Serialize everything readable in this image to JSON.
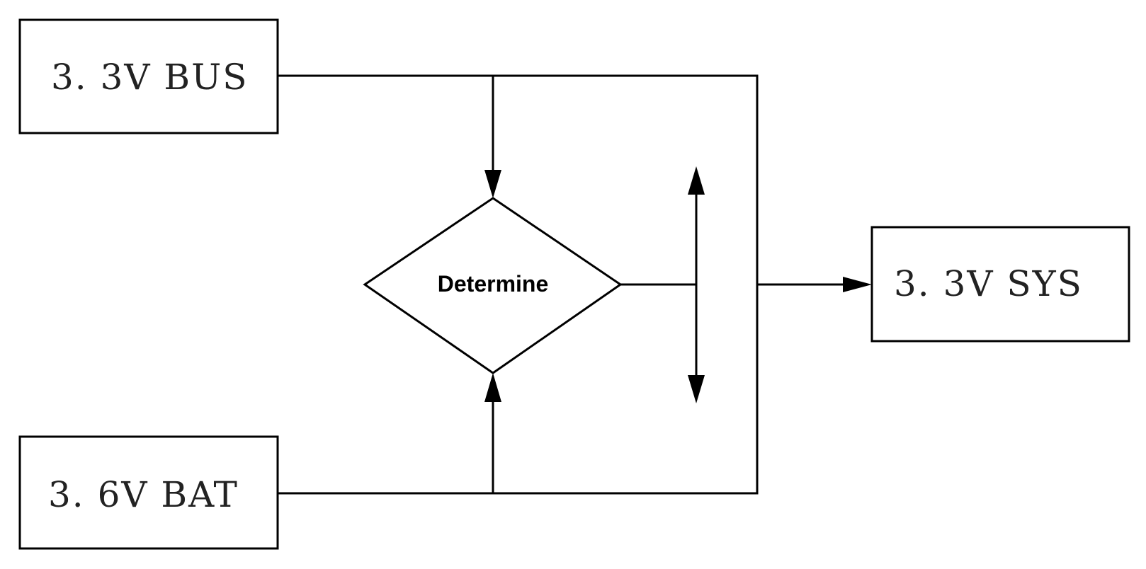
{
  "nodes": {
    "bus": {
      "label": "3. 3V  BUS"
    },
    "bat": {
      "label": "3. 6V  BAT"
    },
    "sys": {
      "label": "3. 3V  SYS"
    },
    "decision": {
      "label": "Determine"
    }
  },
  "style": {
    "line_color": "#000000",
    "background": "#ffffff"
  }
}
